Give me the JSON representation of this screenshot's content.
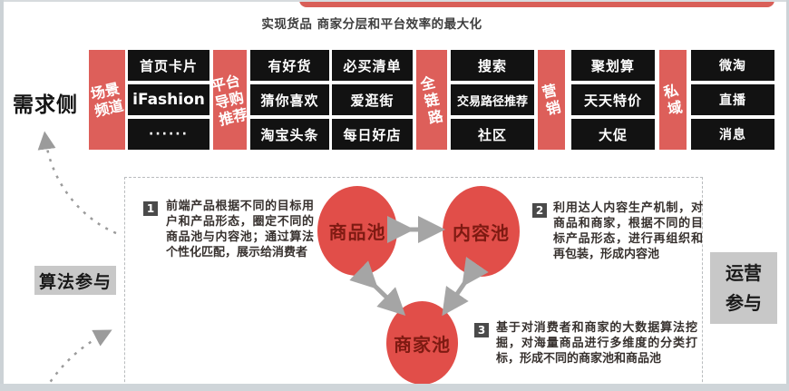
{
  "title": "实现货品 商家分层和平台效率的最大化",
  "demand_side_label": "需求侧",
  "matrix": {
    "red_bars": [
      {
        "label": "场景\n频道"
      },
      {
        "label": "平台\n导购\n推荐"
      },
      {
        "label": "全\n链\n路"
      },
      {
        "label": "营\n销"
      },
      {
        "label": "私\n域"
      }
    ],
    "columns": [
      {
        "cells": [
          "首页卡片",
          "iFashion",
          "······"
        ]
      },
      {
        "cells": [
          "有好货",
          "猜你喜欢",
          "淘宝头条"
        ]
      },
      {
        "cells": [
          "必买清单",
          "爱逛街",
          "每日好店"
        ]
      },
      {
        "cells": [
          "搜索",
          "交易路径推荐",
          "社区"
        ]
      },
      {
        "cells": [
          "聚划算",
          "天天特价",
          "大促"
        ]
      },
      {
        "cells": [
          "微淘",
          "直播",
          "消息"
        ]
      }
    ]
  },
  "steps": [
    {
      "num": "1",
      "text": "前端产品根据不同的目标用户和产品形态，圈定不同的商品池与内容池；通过算法个性化匹配，展示给消费者"
    },
    {
      "num": "2",
      "text": "利用达人内容生产机制，对商品和商家，根据不同的目标产品形态，进行再组织和再包装，形成内容池"
    },
    {
      "num": "3",
      "text": "基于对消费者和商家的大数据算法挖掘，对海量商品进行多维度的分类打标，形成不同的商家池和商品池"
    }
  ],
  "pools": {
    "product": "商品池",
    "content": "内容池",
    "merchant": "商家池"
  },
  "side_labels": {
    "algorithm": "算法参与",
    "operation": "运营\n参与"
  },
  "colors": {
    "accent_red": "#dd5f5a",
    "circle_red": "#e14e49",
    "block_black": "#121212",
    "gray_box": "#c8c8c8"
  }
}
